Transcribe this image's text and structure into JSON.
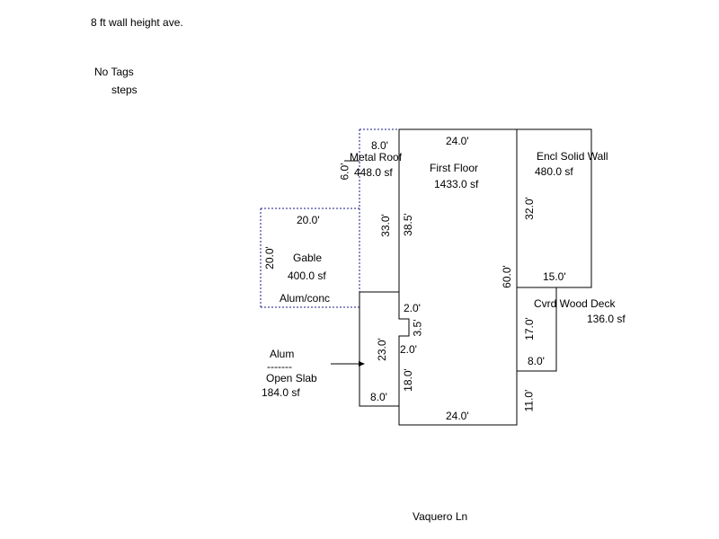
{
  "header": {
    "wall_height": "8 ft wall height ave.",
    "no_tags": "No Tags",
    "steps": "steps"
  },
  "street": "Vaquero Ln",
  "first_floor": {
    "name": "First Floor",
    "area": "1433.0 sf",
    "dims": {
      "top": "24.0'",
      "bottom": "24.0'",
      "left_upper": "38.5'",
      "left_lower": "18.0'",
      "right": "60.0'",
      "notch_top": "2.0'",
      "notch_side": "3.5'",
      "notch_bottom": "2.0'"
    }
  },
  "metal_roof": {
    "name": "Metal Roof",
    "area": "448.0 sf",
    "dims": {
      "top": "8.0'",
      "small": "6.0'",
      "left": "33.0'"
    }
  },
  "encl_solid_wall": {
    "name": "Encl Solid Wall",
    "area": "480.0 sf",
    "dims": {
      "left": "32.0'",
      "bottom": "15.0'"
    }
  },
  "gable": {
    "name": "Gable",
    "area": "400.0 sf",
    "material": "Alum/conc",
    "dims": {
      "top": "20.0'",
      "left": "20.0'"
    }
  },
  "cvrd_wood_deck": {
    "name": "Cvrd Wood Deck",
    "area": "136.0 sf",
    "dims": {
      "left": "17.0'",
      "bottom": "8.0'",
      "below": "11.0'"
    }
  },
  "open_slab": {
    "material": "Alum",
    "divider": "-------",
    "name": "Open Slab",
    "area": "184.0 sf",
    "dims": {
      "left": "23.0'",
      "bottom": "8.0'"
    }
  }
}
